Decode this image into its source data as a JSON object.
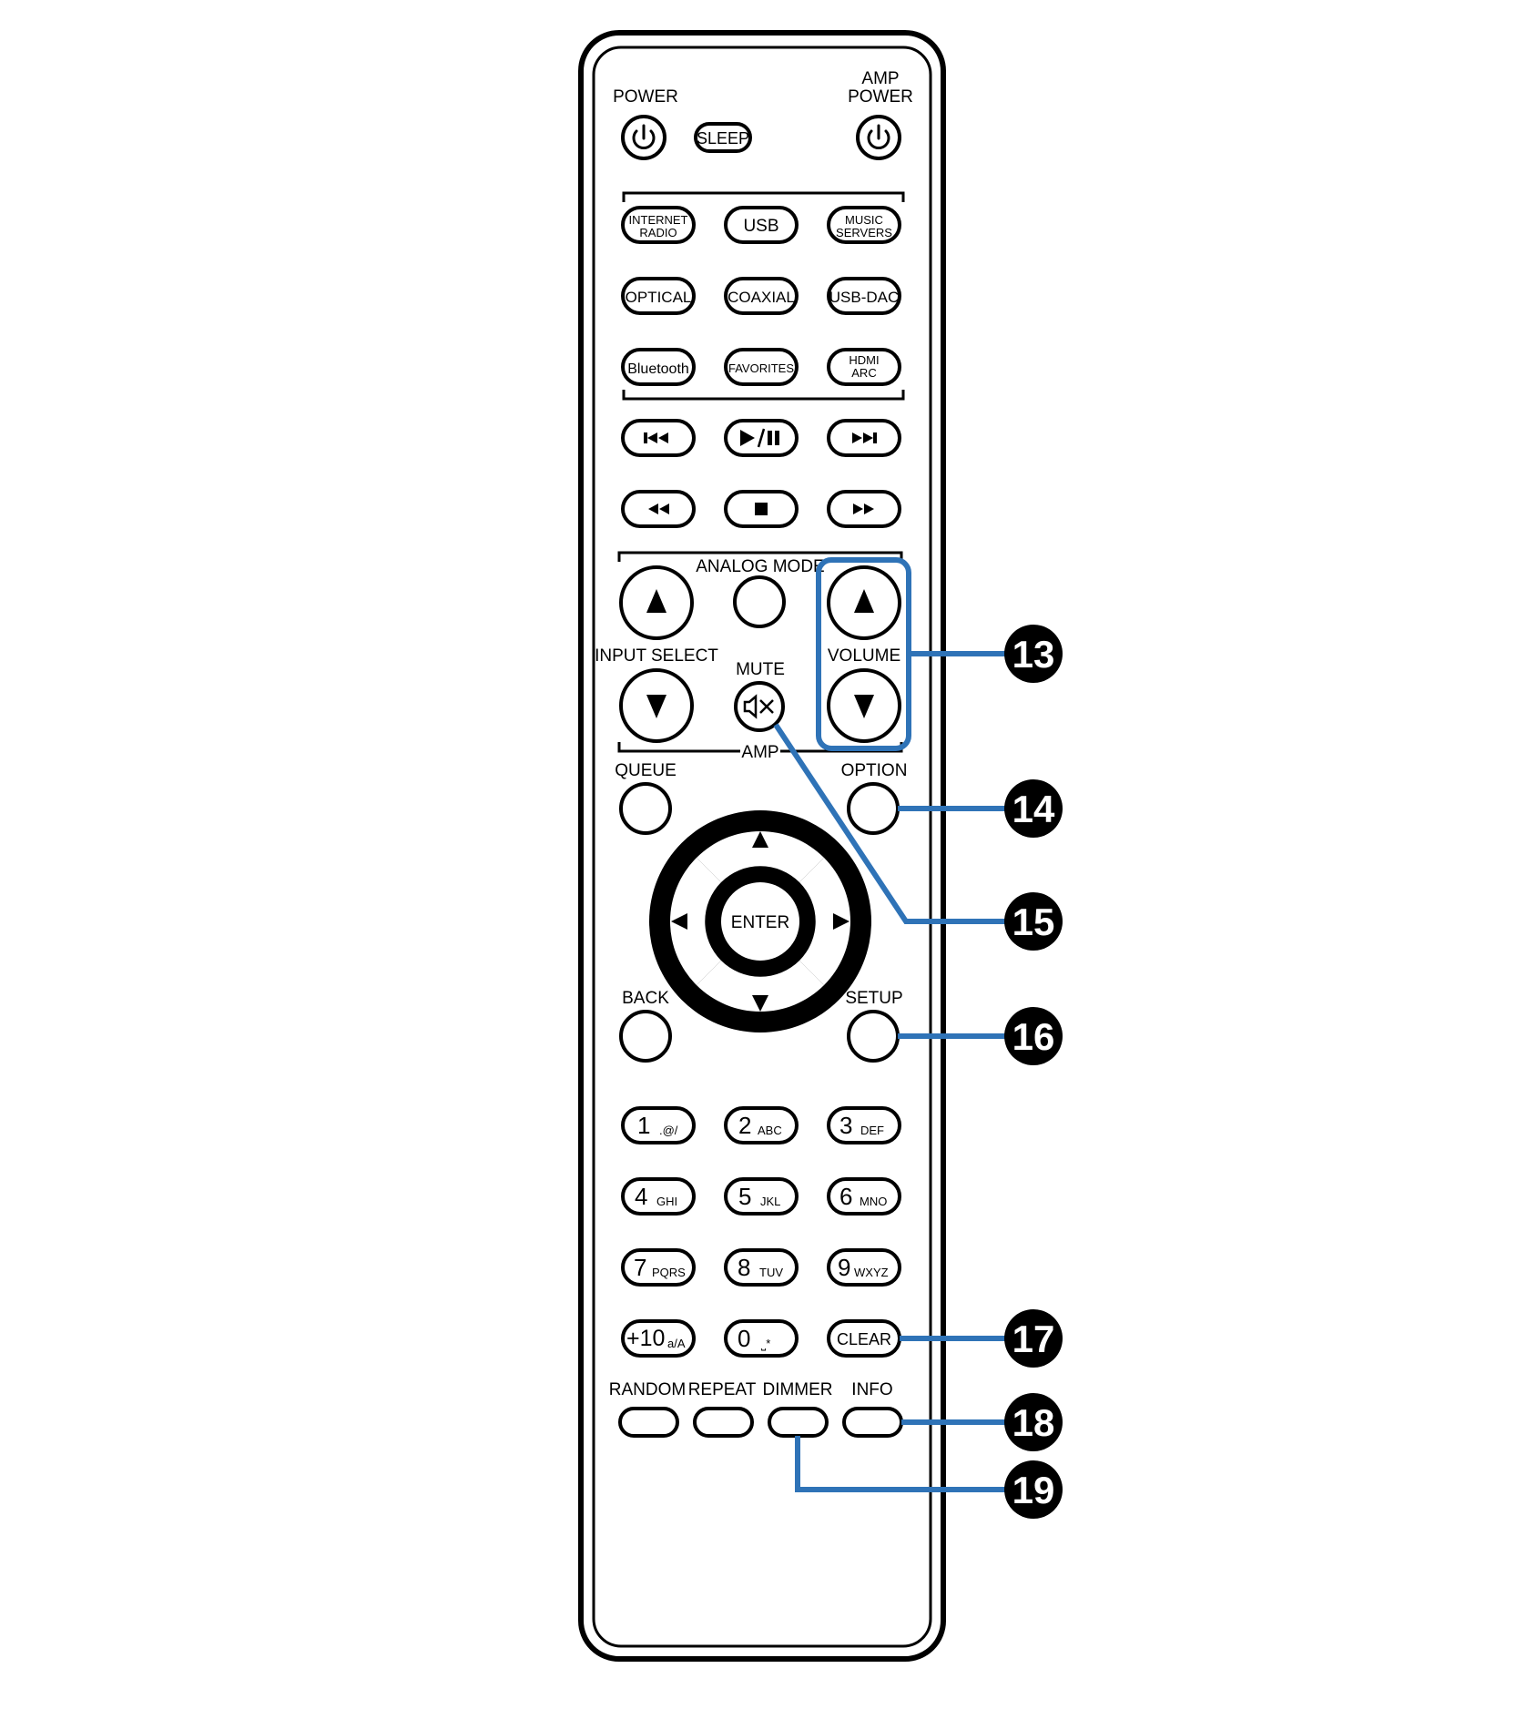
{
  "colors": {
    "outline": "#000000",
    "callout": "#2f73b7",
    "callout_badge": "#000000"
  },
  "top": {
    "power_label": "POWER",
    "amp_power_label_1": "AMP",
    "amp_power_label_2": "POWER",
    "sleep_label": "SLEEP",
    "power_icon": "power-icon"
  },
  "sources": {
    "internet_radio_1": "INTERNET",
    "internet_radio_2": "RADIO",
    "usb": "USB",
    "music_servers_1": "MUSIC",
    "music_servers_2": "SERVERS",
    "optical": "OPTICAL",
    "coaxial": "COAXIAL",
    "usb_dac": "USB-DAC",
    "bluetooth": "Bluetooth",
    "favorites": "FAVORITES",
    "hdmi_arc_1": "HDMI",
    "hdmi_arc_2": "ARC"
  },
  "transport": {
    "prev_icon": "skip-previous-icon",
    "play_pause_icon": "play-pause-icon",
    "next_icon": "skip-next-icon",
    "rewind_icon": "rewind-icon",
    "stop_icon": "stop-icon",
    "fast_forward_icon": "fast-forward-icon"
  },
  "amp": {
    "analog_mode": "ANALOG MODE",
    "input_select": "INPUT SELECT",
    "mute": "MUTE",
    "volume": "VOLUME",
    "amp": "AMP"
  },
  "nav": {
    "queue": "QUEUE",
    "option": "OPTION",
    "enter": "ENTER",
    "back": "BACK",
    "setup": "SETUP"
  },
  "numpad": [
    {
      "digit": "1",
      "sub": ".@/"
    },
    {
      "digit": "2",
      "sub": "ABC"
    },
    {
      "digit": "3",
      "sub": "DEF"
    },
    {
      "digit": "4",
      "sub": "GHI"
    },
    {
      "digit": "5",
      "sub": "JKL"
    },
    {
      "digit": "6",
      "sub": "MNO"
    },
    {
      "digit": "7",
      "sub": "PQRS"
    },
    {
      "digit": "8",
      "sub": "TUV"
    },
    {
      "digit": "9",
      "sub": "WXYZ"
    },
    {
      "digit": "+10",
      "sub": "a/A"
    },
    {
      "digit": "0",
      "sub": "⎵*"
    },
    {
      "digit": "CLEAR",
      "sub": ""
    }
  ],
  "bottom": {
    "random": "RANDOM",
    "repeat": "REPEAT",
    "dimmer": "DIMMER",
    "info": "INFO"
  },
  "callouts": [
    {
      "number": "13",
      "target": "VOLUME"
    },
    {
      "number": "14",
      "target": "OPTION"
    },
    {
      "number": "15",
      "target": "MUTE"
    },
    {
      "number": "16",
      "target": "SETUP"
    },
    {
      "number": "17",
      "target": "CLEAR"
    },
    {
      "number": "18",
      "target": "INFO"
    },
    {
      "number": "19",
      "target": "DIMMER"
    }
  ]
}
